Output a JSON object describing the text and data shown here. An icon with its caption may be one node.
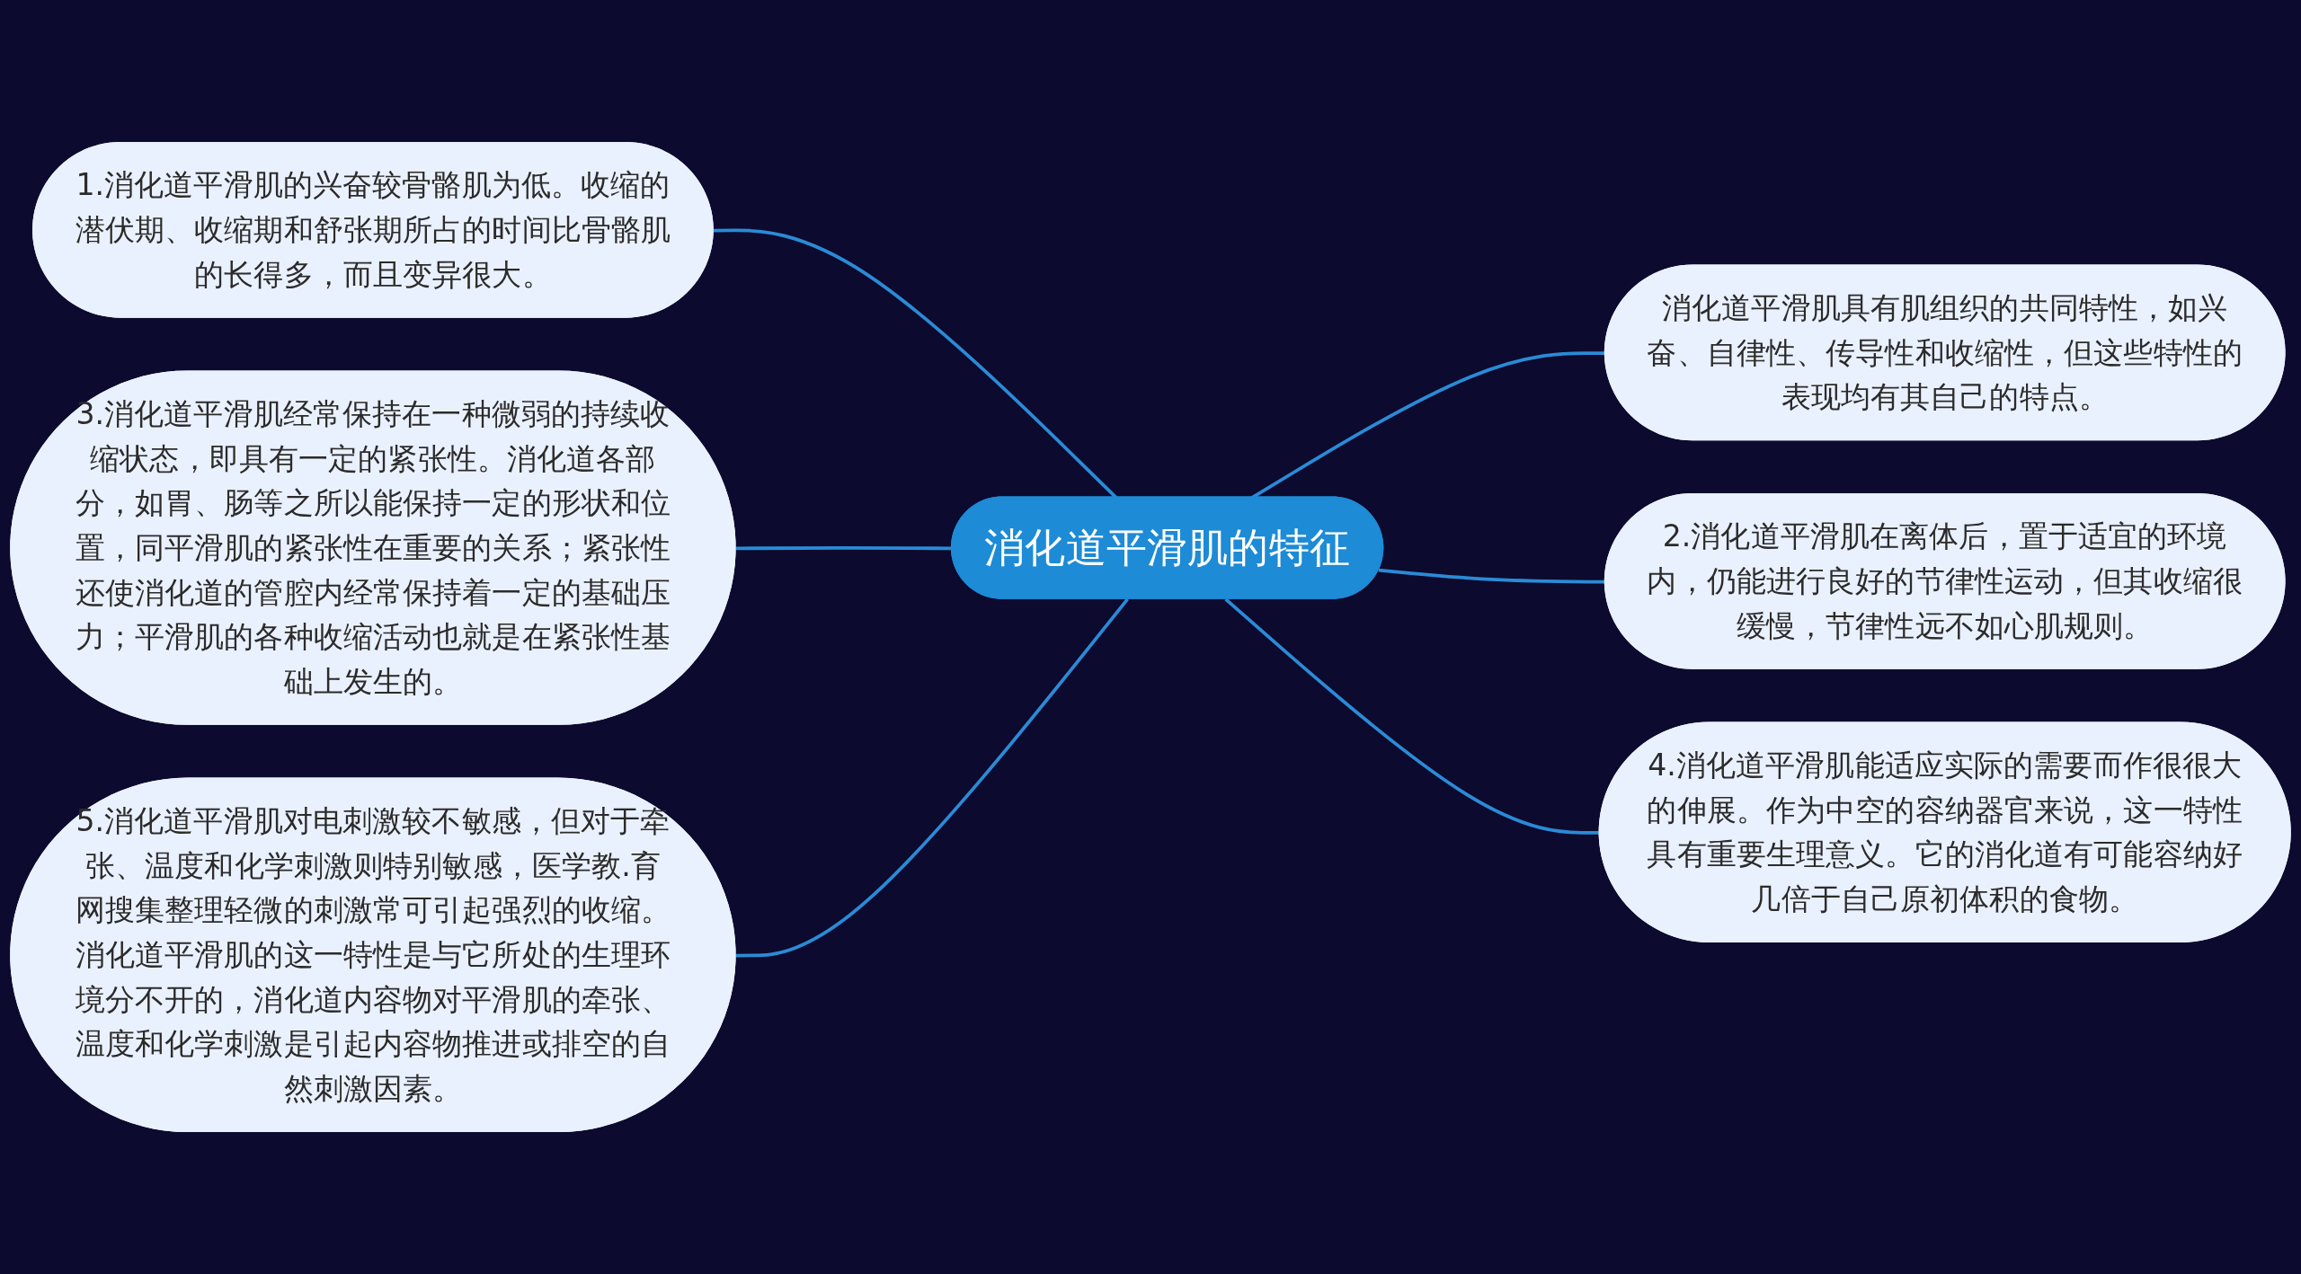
{
  "diagram": {
    "nodes": [
      {
        "text": [
          "消化道平滑肌的特征"
        ]
      },
      {
        "text": [
          "1.消化道平滑肌的兴奋较骨骼肌为低。收缩的潜伏期、收缩期和舒张期所占的时间比骨骼肌的长得多，而且变异很大。"
        ]
      },
      {
        "text": [
          "消化道平滑肌具有肌组织的共同特性，如兴奋、自律性、传导性和收缩性，但这些特性的表现均有其自己的特点。"
        ]
      },
      {
        "text": [
          "3.消化道平滑肌经常保持在一种微弱的持续收缩状态，即具有一定的紧张性。消化道各部分，如胃、肠等之所以能保持一定的形状和位置，同平滑肌的紧张性在重要的关系；紧张性还使消化道的管腔内经常保持着一定的基础压力；平滑肌的各种收缩活动也就是在紧张性基础上发生的。"
        ]
      },
      {
        "text": [
          "2.消化道平滑肌在离体后，置于适宜的环境内，仍能进行良好的节律性运动，但其收缩很缓慢，节律性远不如心肌规则。"
        ]
      },
      {
        "text": [
          "4.消化道平滑肌能适应实际的需要而作很很大的伸展。作为中空的容纳器官来说，这一特性具有重要生理意义。它的消化道有可能容纳好几倍于自己原初体积的食物。"
        ]
      },
      {
        "text": [
          "5.消化道平滑肌对电刺激较不敏感，但对于牵张、温度和化学刺激则特别敏感，医学教.育网搜集整理轻微的刺激常可引起强烈的收缩。消化道平滑肌的这一特性是与它所处的生理环境分不开的，消化道内容物对平滑肌的牵张、温度和化学刺激是引起内容物推进或排空的自然刺激因素。"
        ]
      }
    ],
    "edges": [
      {
        "from": 1,
        "to": 0,
        "arrow": "none"
      },
      {
        "from": 0,
        "to": 2,
        "arrow": "none"
      },
      {
        "from": 3,
        "to": 0,
        "arrow": "none"
      },
      {
        "from": 0,
        "to": 4,
        "arrow": "none"
      },
      {
        "from": 0,
        "to": 5,
        "arrow": "none"
      },
      {
        "from": 6,
        "to": 0,
        "arrow": "none"
      }
    ]
  }
}
